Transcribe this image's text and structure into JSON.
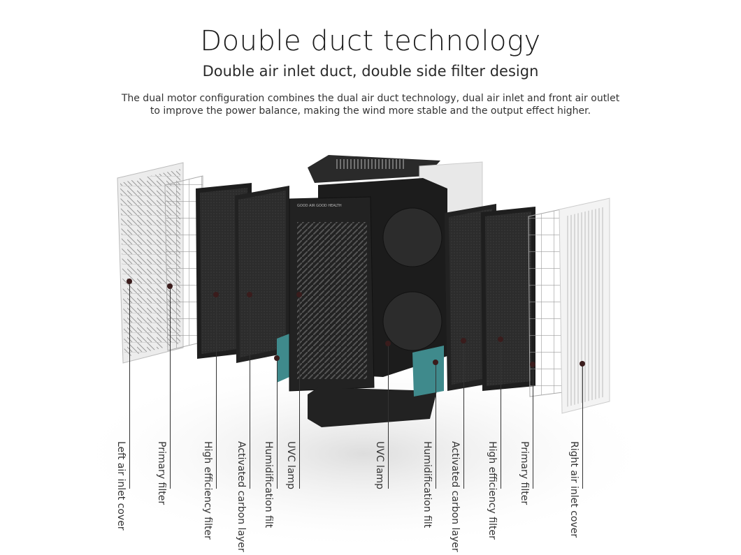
{
  "header": {
    "title": "Double duct technology",
    "subtitle": "Double air inlet duct, double side filter design",
    "description": "The dual motor configuration combines the dual air duct technology, dual air inlet and front air outlet to improve the power balance, making the wind more stable and the output effect higher."
  },
  "product": {
    "front_panel_text": "GOOD AIR GOOD HEALTH"
  },
  "labels": [
    {
      "text": "Left air inlet cover"
    },
    {
      "text": "Primary filter"
    },
    {
      "text": "High efficiency filter"
    },
    {
      "text": "Activated carbon layer"
    },
    {
      "text": "Humidification filt"
    },
    {
      "text": "UVC lamp"
    },
    {
      "text": "UVC lamp"
    },
    {
      "text": "Humidification filt"
    },
    {
      "text": "Activated carbon layer"
    },
    {
      "text": "High efficiency filter"
    },
    {
      "text": "Primary filter"
    },
    {
      "text": "Right air inlet cover"
    }
  ],
  "colors": {
    "humidifier": "#3f8a8c",
    "filter": "#2a2a2a",
    "cover": "#e6e6e6"
  }
}
